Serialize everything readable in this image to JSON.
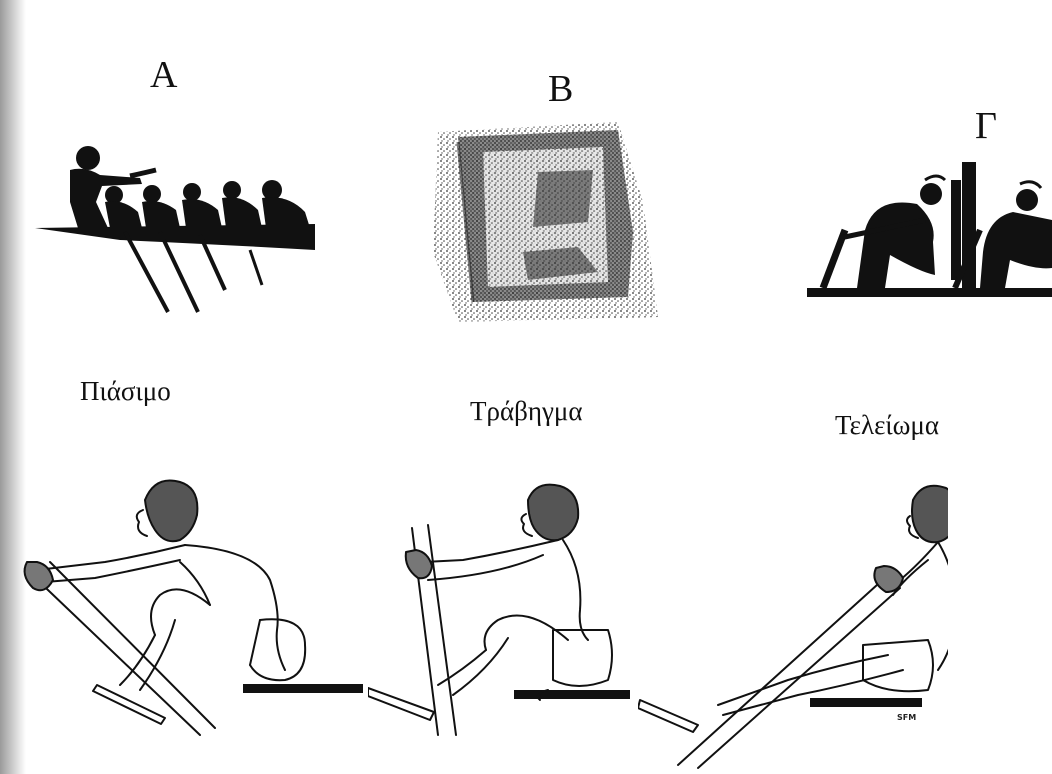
{
  "letters": {
    "a": "A",
    "b": "B",
    "c": "Γ"
  },
  "phases": {
    "a": "Πιάσιμο",
    "b": "Τράβηγμα",
    "c": "Τελείωμα"
  },
  "signature": "SFM",
  "colors": {
    "ink": "#111111",
    "paper": "#ffffff",
    "scan_edge": "#9a9a9a"
  }
}
